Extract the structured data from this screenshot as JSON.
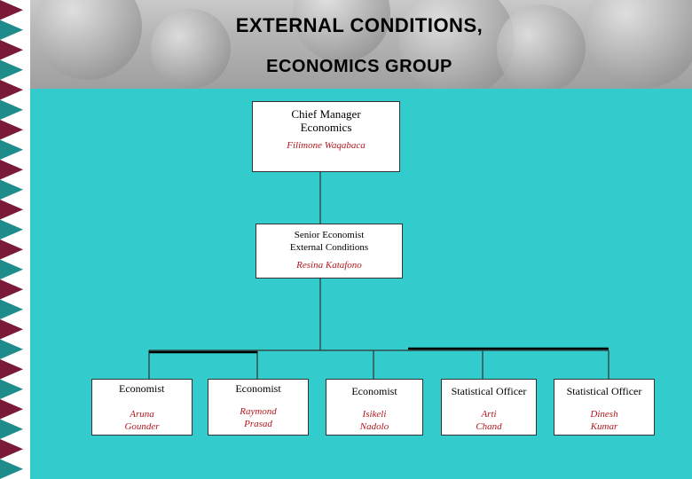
{
  "header": {
    "title_line1": "EXTERNAL CONDITIONS,",
    "title_line2": "ECONOMICS GROUP"
  },
  "colors": {
    "background": "#33cccc",
    "stripe_maroon": "#7a1a36",
    "stripe_teal": "#1f8c8c",
    "name_red": "#b3181e"
  },
  "chief": {
    "role_line1": "Chief Manager",
    "role_line2": "Economics",
    "name": "Filimone Waqabaca"
  },
  "senior": {
    "role_line1": "Senior Economist",
    "role_line2": "External Conditions",
    "name": "Resina Katafono"
  },
  "staff": [
    {
      "role": "Economist",
      "name_line1": "Aruna",
      "name_line2": "Gounder"
    },
    {
      "role": "Economist",
      "name_line1": "Raymond",
      "name_line2": "Prasad"
    },
    {
      "role": "Economist",
      "name_line1": "Isikeli",
      "name_line2": "Nadolo"
    },
    {
      "role": "Statistical Officer",
      "name_line1": "Arti",
      "name_line2": "Chand"
    },
    {
      "role": "Statistical Officer",
      "name_line1": "Dinesh",
      "name_line2": "Kumar"
    }
  ]
}
